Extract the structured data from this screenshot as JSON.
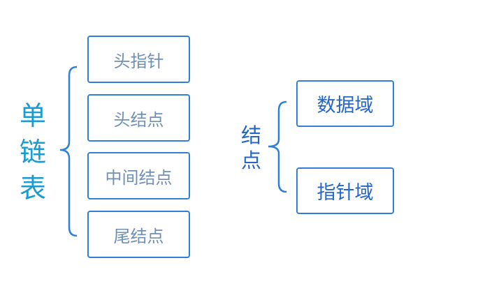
{
  "left_group": {
    "title_chars": [
      "单",
      "链",
      "表"
    ],
    "items": [
      "头指针",
      "头结点",
      "中间结点",
      "尾结点"
    ]
  },
  "right_group": {
    "title_chars": [
      "结",
      "点"
    ],
    "items": [
      "数据域",
      "指针域"
    ]
  },
  "colors": {
    "box_border": "#2f7fd8",
    "left_title": "#1a9bd1",
    "right_title": "#2466c8"
  }
}
